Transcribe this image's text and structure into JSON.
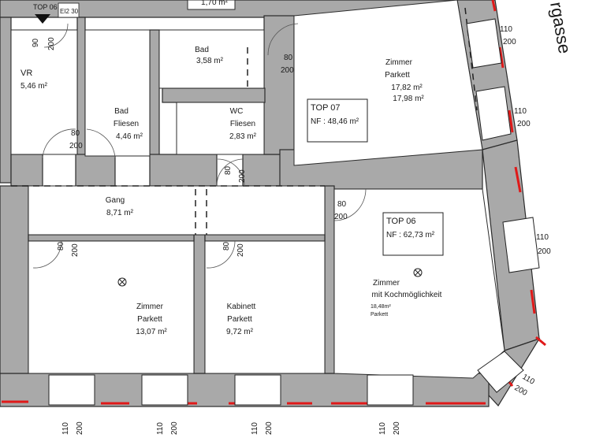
{
  "street_fragment": "rgasse",
  "fire_rating": "EI2 30",
  "entry_marker": "TOP 06",
  "top07": {
    "label": "TOP 07",
    "area": "NF : 48,46 m²"
  },
  "top06": {
    "label": "TOP 06",
    "area": "NF : 62,73 m²"
  },
  "rooms": {
    "vr": {
      "name": "VR",
      "area": "5,46 m²"
    },
    "bad1": {
      "name": "Bad",
      "area": "3,58 m²"
    },
    "bad2": {
      "name": "Bad",
      "sub": "Fliesen",
      "area": "4,46 m²"
    },
    "wc": {
      "name": "WC",
      "sub": "Fliesen",
      "area": "2,83 m²"
    },
    "zimmer7": {
      "name": "Zimmer",
      "sub": "Parkett",
      "area1": "17,82 m²",
      "area2": "17,98 m²"
    },
    "gang": {
      "name": "Gang",
      "area": "8,71 m²"
    },
    "zimmer1": {
      "name": "Zimmer",
      "sub": "Parkett",
      "area": "13,07 m²"
    },
    "kabinett": {
      "name": "Kabinett",
      "sub": "Parkett",
      "area": "9,72 m²"
    },
    "zimmer6": {
      "name": "Zimmer",
      "sub": "mit Kochmöglichkeit",
      "area": "18,48m²",
      "floor": "Parkett"
    },
    "top_cut": {
      "area": "1,70 m²"
    }
  },
  "door_dims": {
    "w90": "90",
    "w80": "80",
    "h200": "200"
  },
  "window_dims": {
    "w": "110",
    "h": "200"
  },
  "colors": {
    "wall": "#a9a9a9",
    "fire_line": "#e01919"
  }
}
